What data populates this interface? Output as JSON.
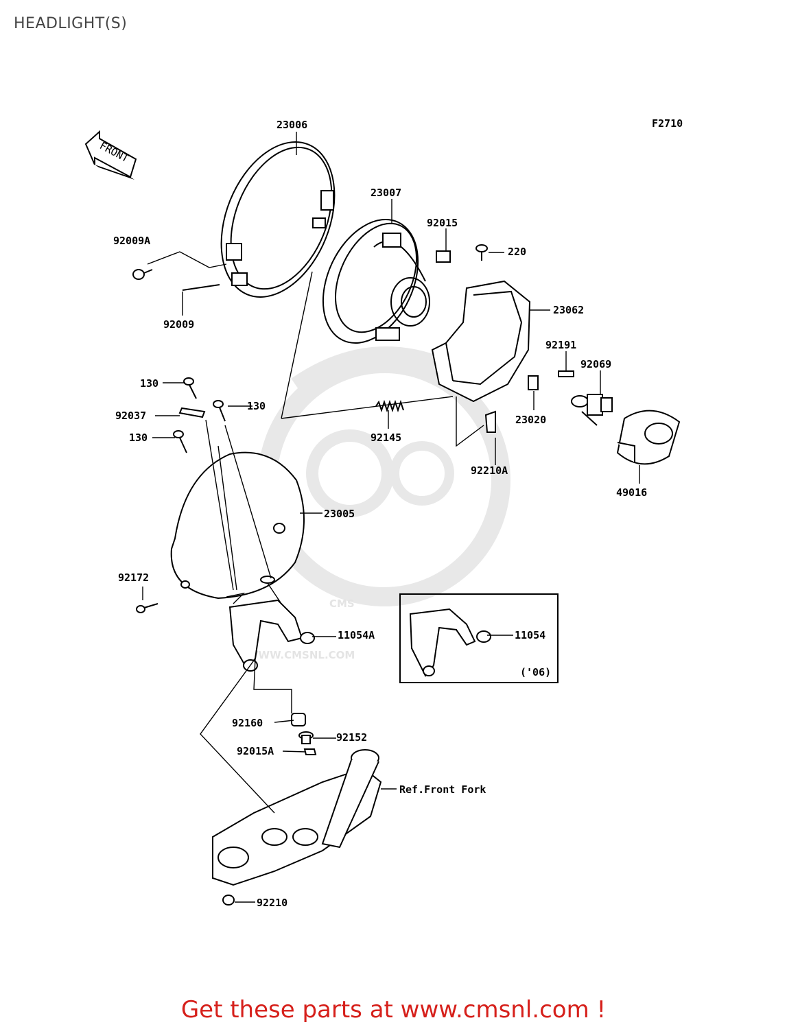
{
  "page": {
    "title": "HEADLIGHT(S)"
  },
  "diagram": {
    "figure_code": "F2710",
    "front_arrow_label": "FRONT",
    "watermark": {
      "brand": "CMS",
      "url": "WWW.CMSNL.COM"
    },
    "variant_box_note": "('06)",
    "reference_label": "Ref.Front Fork",
    "part_labels": {
      "p23006": "23006",
      "p23007": "23007",
      "p92015": "92015",
      "p220": "220",
      "p23062": "23062",
      "p92009A": "92009A",
      "p92009": "92009",
      "p92191": "92191",
      "p92069": "92069",
      "p130a": "130",
      "p130b": "130",
      "p130c": "130",
      "p92037": "92037",
      "p92145": "92145",
      "p23020": "23020",
      "p92210A": "92210A",
      "p49016": "49016",
      "p23005": "23005",
      "p92172": "92172",
      "p11054A": "11054A",
      "p11054": "11054",
      "p92160": "92160",
      "p92152": "92152",
      "p92015A": "92015A",
      "p92210": "92210"
    }
  },
  "footer": {
    "text": "Get these parts at www.cmsnl.com !"
  }
}
